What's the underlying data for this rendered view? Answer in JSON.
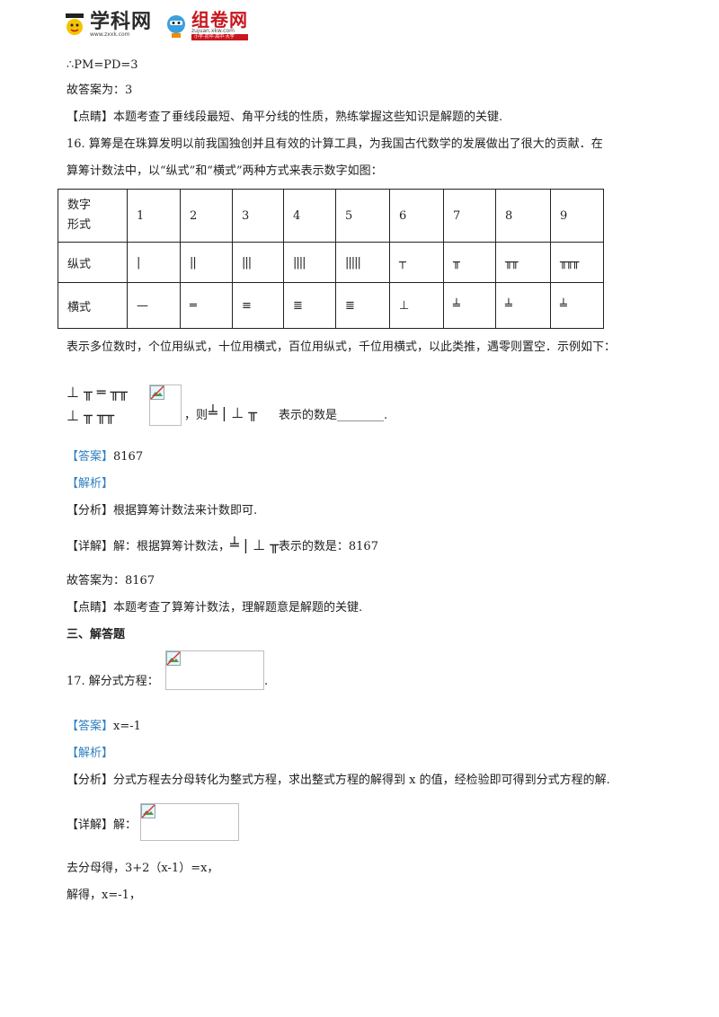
{
  "header": {
    "logo1_text": "学科网",
    "logo1_url": "www.zxxk.com",
    "logo2_text": "组卷网",
    "logo2_url": "zujuan.xkw.com",
    "logo2_badge": "小学·初中·高中·大学"
  },
  "lines": {
    "pm": "∴PM=PD=3",
    "ans15": "故答案为：3",
    "dianjing15_tag": "【点睛】",
    "dianjing15": "本题考查了垂线段最短、角平分线的性质，熟练掌握这些知识是解题的关键.",
    "q16_a": "16.  算筹是在珠算发明以前我国独创并且有效的计算工具，为我国古代数学的发展做出了很大的贡献．在",
    "q16_b": "算筹计数法中，以“纵式”和“横式”两种方式来表示数字如图：",
    "q16_c": "表示多位数时，个位用纵式，十位用横式，百位用纵式，千位用横式，以此类推，遇零则置空．示例如下：",
    "q16_example_top": "⊥ ╥ ═ ╥╥",
    "q16_example_bot": "⊥ ╥     ╥╥",
    "q16_then": "，则",
    "q16_rods": "╧ | ⊥ ╥",
    "q16_blank": "表示的数是________.",
    "answer_tag": "【答案】",
    "answer16": "8167",
    "jiexi_tag": "【解析】",
    "fenxi_tag": "【分析】",
    "fenxi16": "根据算筹计数法来计数即可.",
    "xiangjie_tag": "【详解】",
    "xiangjie16_a": "解：根据算筹计数法，",
    "xiangjie16_rods": "╧ | ⊥ ╥",
    "xiangjie16_b": "表示的数是：8167",
    "ans16": "故答案为：8167",
    "dianjing16_tag": "【点睛】",
    "dianjing16": "本题考查了算筹计数法，理解题意是解题的关键.",
    "section3": "三、解答题",
    "q17": "17. 解分式方程：",
    "q17_end": ".",
    "answer17": "x=-1",
    "fenxi17": "分式方程去分母转化为整式方程，求出整式方程的解得到 x 的值，经检验即可得到分式方程的解.",
    "xiangjie17": "解：",
    "step1": "去分母得，3+2（x-1）=x，",
    "step2": "解得，x=-1，"
  },
  "table": {
    "headers": [
      "数字\n形式",
      "1",
      "2",
      "3",
      "4",
      "5",
      "6",
      "7",
      "8",
      "9"
    ],
    "zongshi_label": "纵式",
    "zongshi": [
      "|",
      "||",
      "|||",
      "||||",
      "|||||",
      "┬",
      "╥",
      "╥╥",
      "╥╥╥"
    ],
    "hengshi_label": "横式",
    "hengshi": [
      "—",
      "═",
      "≡",
      "≣",
      "≣",
      "⊥",
      "╧",
      "╧",
      "╧"
    ]
  }
}
